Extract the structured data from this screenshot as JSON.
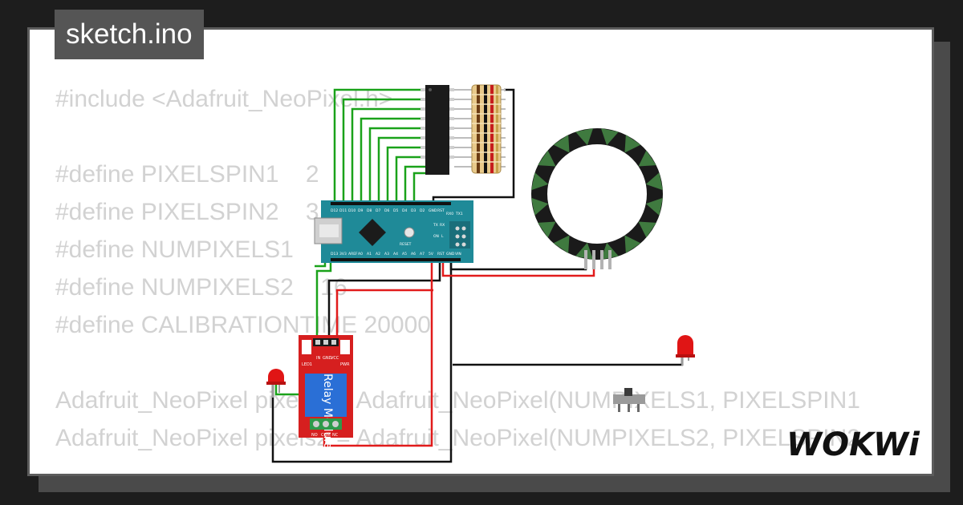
{
  "tab": {
    "filename": "sketch.ino"
  },
  "code_lines": [
    "#include <Adafruit_NeoPixel.h>",
    "",
    "#define PIXELSPIN1    2",
    "#define PIXELSPIN2    3",
    "#define NUMPIXELS1    16",
    "#define NUMPIXELS2    16",
    "#define CALIBRATIONTIME 20000",
    "",
    "Adafruit_NeoPixel pixels1 = Adafruit_NeoPixel(NUMPIXELS1, PIXELSPIN1",
    "Adafruit_NeoPixel pixels2 = Adafruit_NeoPixel(NUMPIXELS2, PIXELSPIN2"
  ],
  "arduino": {
    "top_pins": [
      "D12",
      "D11",
      "D10",
      "D9",
      "D8",
      "D7",
      "D6",
      "D5",
      "D4",
      "D3",
      "D2",
      "GND",
      "RST",
      "RX0",
      "TX1"
    ],
    "bottom_pins": [
      "D13",
      "3V3",
      "AREF",
      "A0",
      "A1",
      "A2",
      "A3",
      "A4",
      "A5",
      "A6",
      "A7",
      "5V",
      "RST",
      "GND",
      "VIN"
    ],
    "reset_label": "RESET",
    "led_labels": [
      "TX",
      "RX",
      "ON",
      "L"
    ]
  },
  "relay": {
    "label": "Relay Module",
    "pins": [
      "IN",
      "GND",
      "VCC"
    ],
    "terminals": [
      "NO",
      "COM",
      "NC"
    ],
    "indicators": [
      "LED1",
      "PWR"
    ]
  },
  "brand": {
    "logo": "WOKWi"
  },
  "colors": {
    "background": "#1d1d1d",
    "card": "#ffffff",
    "tab": "#555555",
    "arduino": "#1f8a98",
    "relay": "#d61f1f",
    "wire_green": "#1aa21a",
    "wire_red": "#e11b1b",
    "wire_black": "#111111",
    "led": "#e01515",
    "ring": "#1a1a1a",
    "ring_pixel": "#3f7a3f"
  }
}
